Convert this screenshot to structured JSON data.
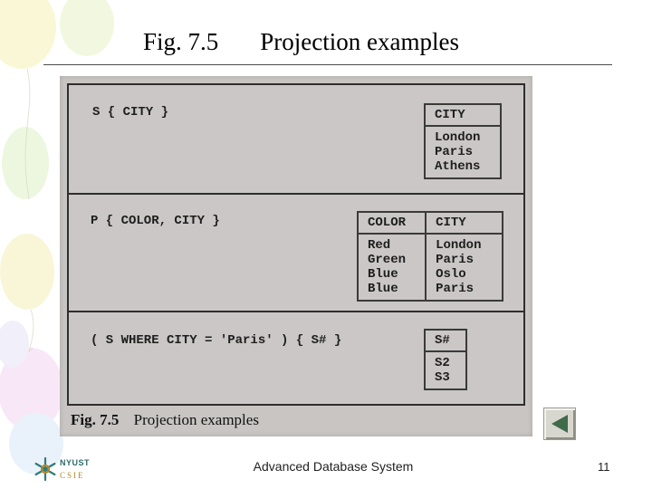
{
  "slide": {
    "title_number": "Fig. 7.5",
    "title_text": "Projection examples"
  },
  "figure": {
    "rows": [
      {
        "expression": "S { CITY }",
        "columns": [
          "CITY"
        ],
        "column_values": [
          [
            "London",
            "Paris",
            "Athens"
          ]
        ]
      },
      {
        "expression": "P { COLOR, CITY }",
        "columns": [
          "COLOR",
          "CITY"
        ],
        "column_values": [
          [
            "Red",
            "Green",
            "Blue",
            "Blue"
          ],
          [
            "London",
            "Paris",
            "Oslo",
            "Paris"
          ]
        ]
      },
      {
        "expression": "( S WHERE CITY = 'Paris' ) { S# }",
        "columns": [
          "S#"
        ],
        "column_values": [
          [
            "S2",
            "S3"
          ]
        ]
      }
    ],
    "caption_label": "Fig. 7.5",
    "caption_text": "Projection examples"
  },
  "navigation": {
    "back_icon": "triangle-left-icon"
  },
  "footer": {
    "logo_top": "NYUST",
    "logo_bottom": "CSIE",
    "center_text": "Advanced Database System",
    "page_number": "11"
  },
  "colors": {
    "scan_background": "#c8c5c3",
    "arrow_green": "#3f6b4a",
    "logo_teal": "#2e6b6b",
    "logo_gold": "#b2882e"
  }
}
